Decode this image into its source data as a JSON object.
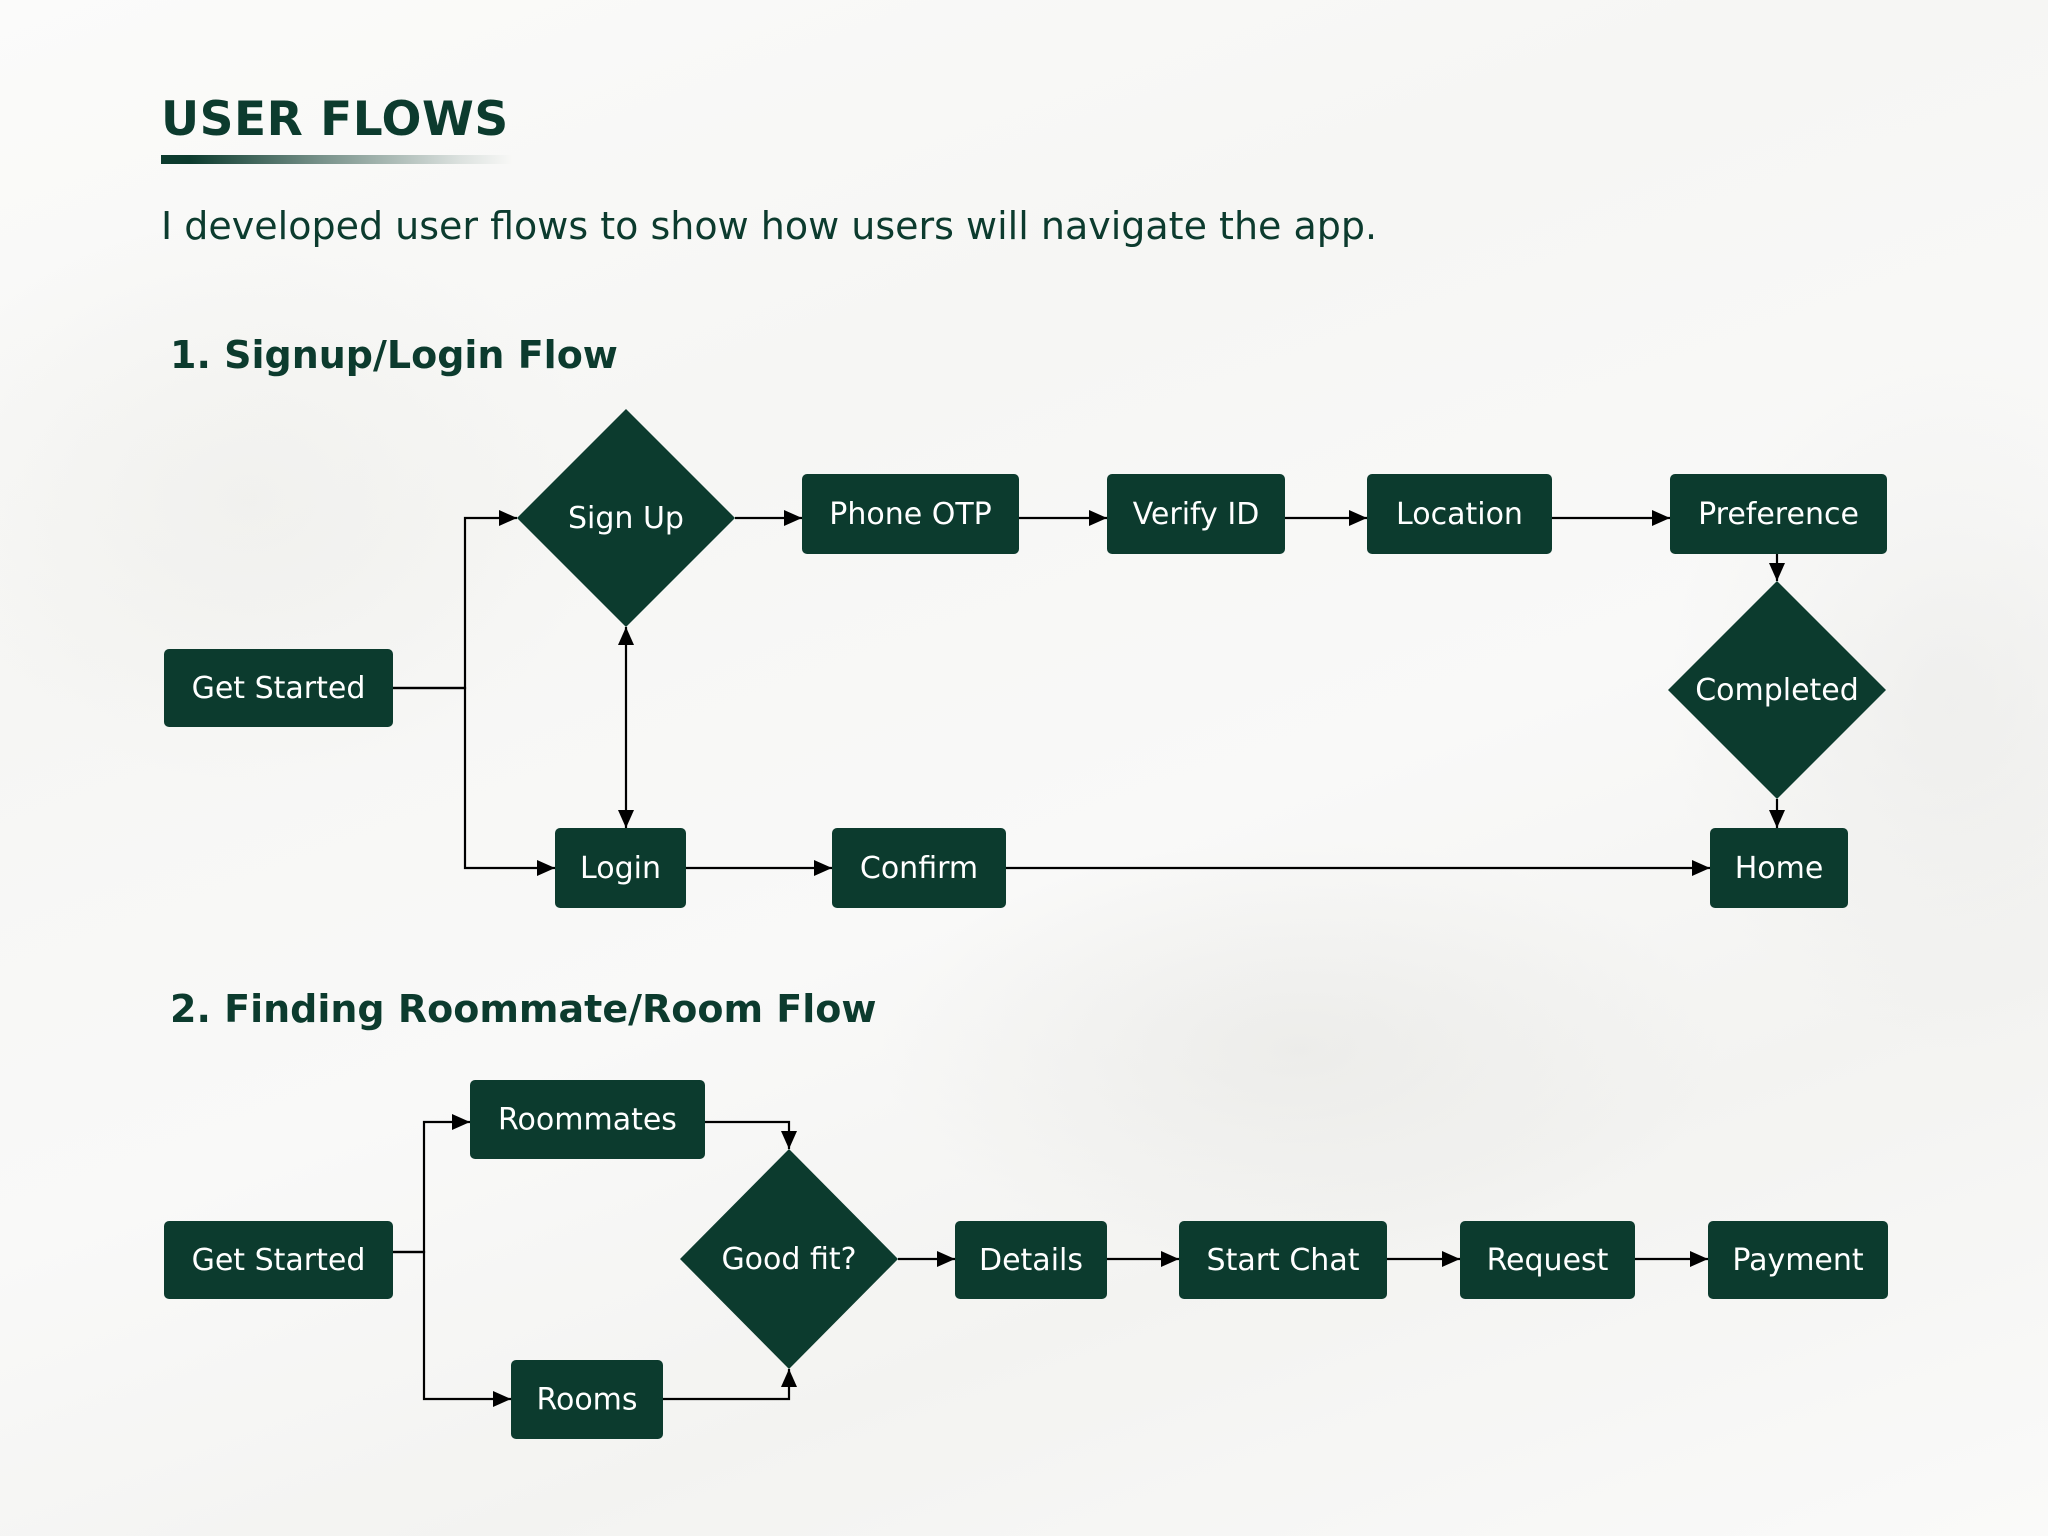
{
  "page": {
    "title": "USER FLOWS",
    "subtitle": "I developed user flows to show how users will navigate the app.",
    "accent_color": "#0c3b2e"
  },
  "flows": [
    {
      "heading": "1. Signup/Login Flow",
      "nodes": [
        {
          "id": "get-started",
          "label": "Get Started",
          "shape": "rect"
        },
        {
          "id": "sign-up",
          "label": "Sign Up",
          "shape": "diamond"
        },
        {
          "id": "phone-otp",
          "label": "Phone OTP",
          "shape": "rect"
        },
        {
          "id": "verify-id",
          "label": "Verify ID",
          "shape": "rect"
        },
        {
          "id": "location",
          "label": "Location",
          "shape": "rect"
        },
        {
          "id": "preference",
          "label": "Preference",
          "shape": "rect"
        },
        {
          "id": "completed",
          "label": "Completed",
          "shape": "diamond"
        },
        {
          "id": "login",
          "label": "Login",
          "shape": "rect"
        },
        {
          "id": "confirm",
          "label": "Confirm",
          "shape": "rect"
        },
        {
          "id": "home",
          "label": "Home",
          "shape": "rect"
        }
      ],
      "edges": [
        {
          "from": "get-started",
          "to": "sign-up"
        },
        {
          "from": "get-started",
          "to": "login"
        },
        {
          "from": "sign-up",
          "to": "login",
          "bidirectional": true
        },
        {
          "from": "sign-up",
          "to": "phone-otp"
        },
        {
          "from": "phone-otp",
          "to": "verify-id"
        },
        {
          "from": "verify-id",
          "to": "location"
        },
        {
          "from": "location",
          "to": "preference"
        },
        {
          "from": "preference",
          "to": "completed"
        },
        {
          "from": "completed",
          "to": "home"
        },
        {
          "from": "login",
          "to": "confirm"
        },
        {
          "from": "confirm",
          "to": "home"
        }
      ]
    },
    {
      "heading": "2. Finding Roommate/Room Flow",
      "nodes": [
        {
          "id": "get-started-2",
          "label": "Get Started",
          "shape": "rect"
        },
        {
          "id": "roommates",
          "label": "Roommates",
          "shape": "rect"
        },
        {
          "id": "rooms",
          "label": "Rooms",
          "shape": "rect"
        },
        {
          "id": "good-fit",
          "label": "Good fit?",
          "shape": "diamond"
        },
        {
          "id": "details",
          "label": "Details",
          "shape": "rect"
        },
        {
          "id": "start-chat",
          "label": "Start Chat",
          "shape": "rect"
        },
        {
          "id": "request",
          "label": "Request",
          "shape": "rect"
        },
        {
          "id": "payment",
          "label": "Payment",
          "shape": "rect"
        }
      ],
      "edges": [
        {
          "from": "get-started-2",
          "to": "roommates"
        },
        {
          "from": "get-started-2",
          "to": "rooms"
        },
        {
          "from": "roommates",
          "to": "good-fit"
        },
        {
          "from": "rooms",
          "to": "good-fit"
        },
        {
          "from": "good-fit",
          "to": "details"
        },
        {
          "from": "details",
          "to": "start-chat"
        },
        {
          "from": "start-chat",
          "to": "request"
        },
        {
          "from": "request",
          "to": "payment"
        }
      ]
    }
  ]
}
